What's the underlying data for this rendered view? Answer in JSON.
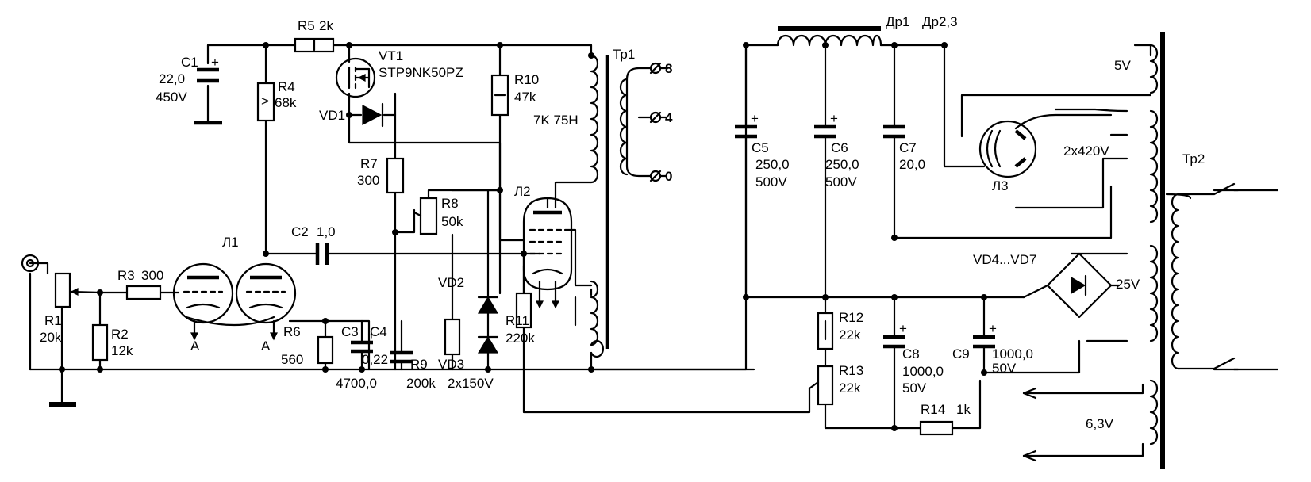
{
  "labels": {
    "c1_name": "C1",
    "c1_val": "22,0",
    "c1_volt": "450V",
    "r5": "R5",
    "r5_val": "2k",
    "vt1": "VT1",
    "vt1_part": "STP9NK50PZ",
    "vd1": "VD1",
    "r4": "R4",
    "r4_val": "68k",
    "r10": "R10",
    "r10_val": "47k",
    "tr1": "Тр1",
    "tr1_imp": "7K 75H",
    "tap8": "8",
    "tap4": "4",
    "tap0": "0",
    "r7": "R7",
    "r7_val": "300",
    "r8": "R8",
    "r8_val": "50k",
    "l2": "Л2",
    "c5": "C5",
    "c5_val": "250,0",
    "c5_volt": "500V",
    "c6": "C6",
    "c6_val": "250,0",
    "c6_volt": "500V",
    "c7": "C7",
    "c7_val": "20,0",
    "l3": "Л3",
    "dr1": "Др1",
    "dr23": "Др2,3",
    "v5": "5V",
    "v2x420": "2x420V",
    "tr2": "Тр2",
    "vd4_7": "VD4...VD7",
    "v25": "25V",
    "l1": "Л1",
    "c2": "C2",
    "c2_val": "1,0",
    "r3": "R3",
    "r3_val": "300",
    "r1": "R1",
    "r1_val": "20k",
    "r2": "R2",
    "r2_val": "12k",
    "a1": "A",
    "a2": "A",
    "r6": "R6",
    "r6_val": "560",
    "c3": "C3",
    "c3_val": "4700,0",
    "c4": "C4",
    "c4_val": "0,22",
    "r9": "R9",
    "r9_val": "200k",
    "vd2": "VD2",
    "vd3": "VD3",
    "vd23_val": "2x150V",
    "r11": "R11",
    "r11_val": "220k",
    "r12": "R12",
    "r12_val": "22k",
    "r13": "R13",
    "r13_val": "22k",
    "c8": "C8",
    "c8_val": "1000,0",
    "c8_volt": "50V",
    "c9": "C9",
    "c9_val": "1000,0",
    "c9_volt": "50V",
    "r14": "R14",
    "r14_val": "1k",
    "v63": "6,3V",
    "plus": "+",
    "pot_arrow": ">"
  }
}
